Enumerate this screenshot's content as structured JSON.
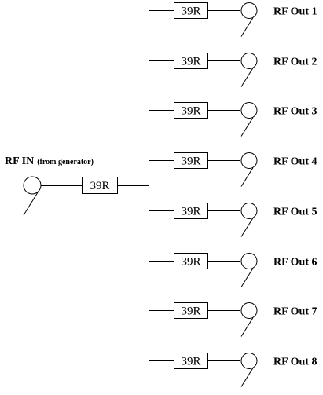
{
  "diagram": {
    "input": {
      "label": "RF IN",
      "sublabel": "(from generator)",
      "resistor": "39R"
    },
    "outputs": [
      {
        "resistor": "39R",
        "label": "RF Out 1"
      },
      {
        "resistor": "39R",
        "label": "RF Out 2"
      },
      {
        "resistor": "39R",
        "label": "RF Out 3"
      },
      {
        "resistor": "39R",
        "label": "RF Out 4"
      },
      {
        "resistor": "39R",
        "label": "RF Out 5"
      },
      {
        "resistor": "39R",
        "label": "RF Out 6"
      },
      {
        "resistor": "39R",
        "label": "RF Out 7"
      },
      {
        "resistor": "39R",
        "label": "RF Out 8"
      }
    ]
  }
}
